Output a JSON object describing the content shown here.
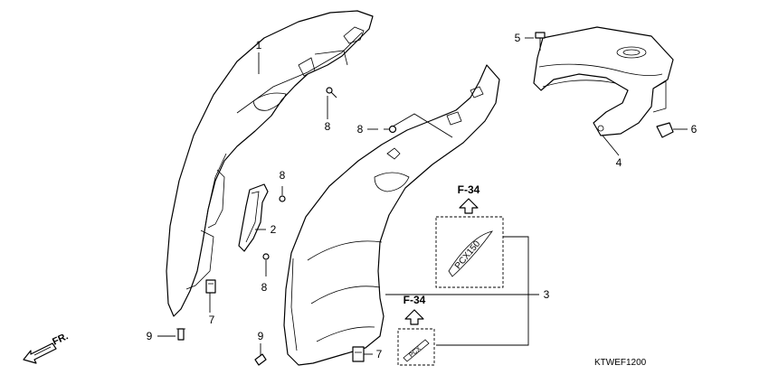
{
  "diagram_code": "KTWEF1200",
  "direction_label": "FR.",
  "section_refs": [
    "F-34",
    "F-34"
  ],
  "callouts": [
    "1",
    "2",
    "3",
    "4",
    "5",
    "6",
    "7",
    "7",
    "8",
    "8",
    "8",
    "8",
    "9",
    "9"
  ],
  "emblem_text": [
    "PCX150",
    "PCX"
  ]
}
